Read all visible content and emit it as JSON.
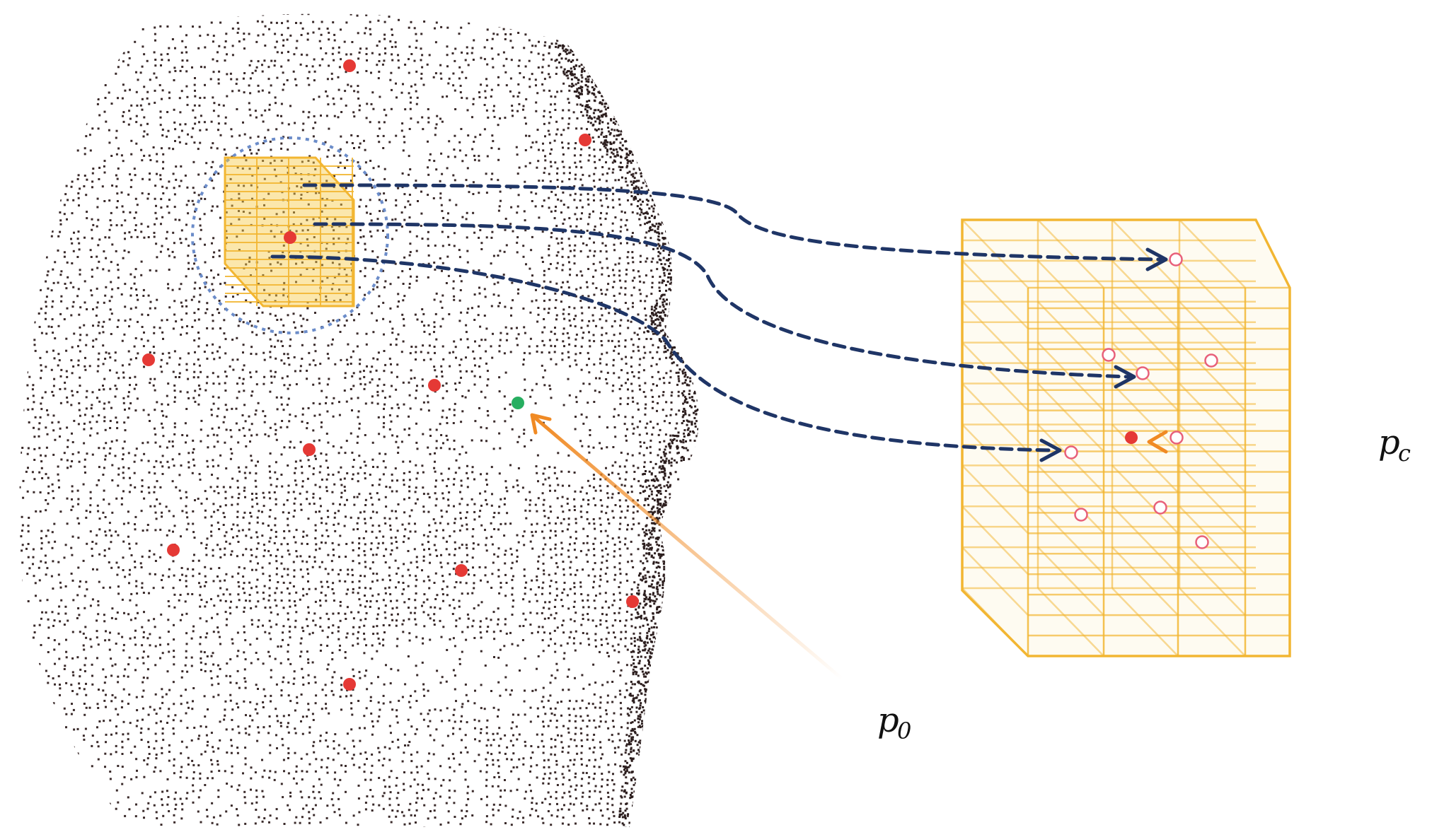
{
  "labels": {
    "p0": {
      "base": "p",
      "sub": "0"
    },
    "pc": {
      "base": "p",
      "sub": "c"
    }
  },
  "colors": {
    "face_points": "#3a2a2a",
    "landmark": "#e53935",
    "center_point": "#27ae60",
    "grid_lines": "#f2b632",
    "grid_fill": "#f7c948",
    "neighborhood_circle": "#6b8cc9",
    "mapping_arrows": "#1f3566",
    "pointer_arrows": "#f08a24",
    "hollow_marker": "#e8607a"
  }
}
